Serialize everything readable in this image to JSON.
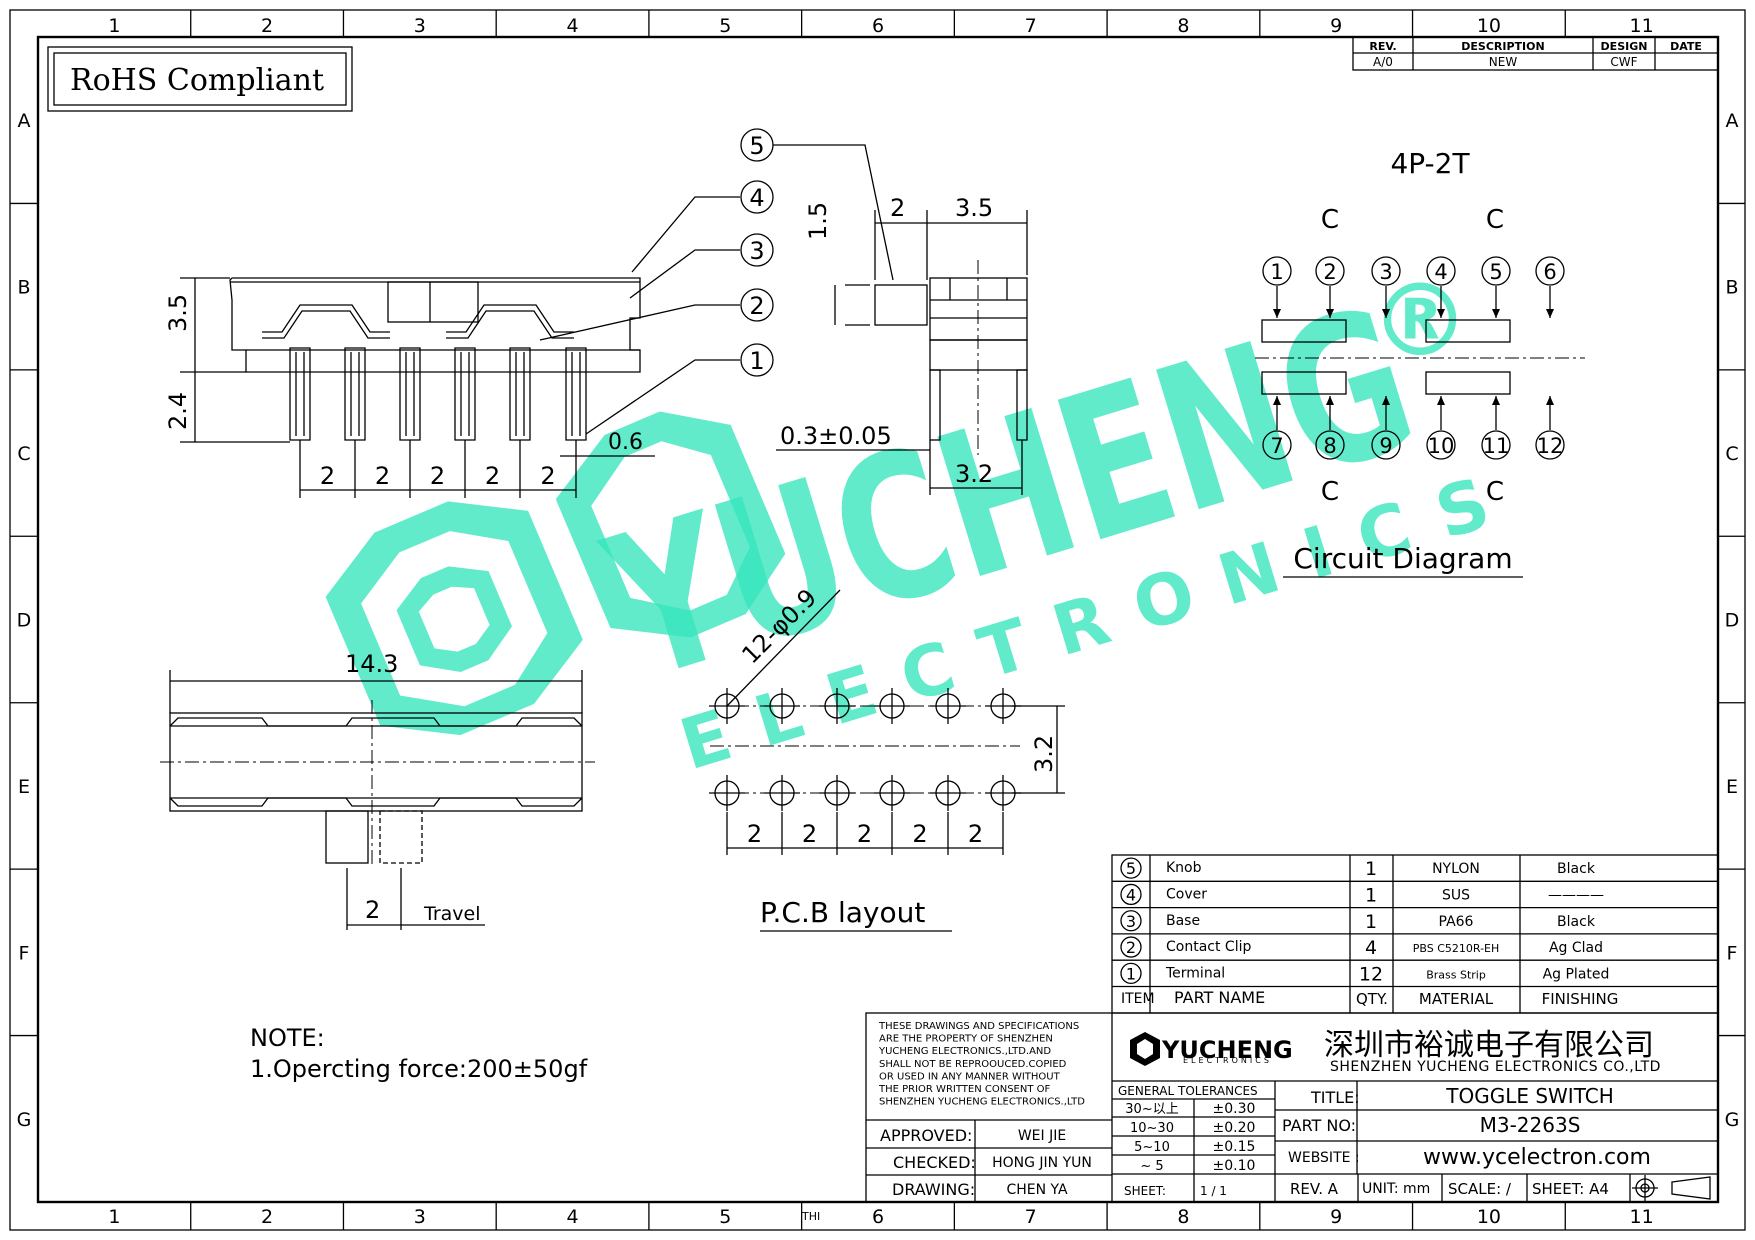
{
  "frame": {
    "columns": [
      "1",
      "2",
      "3",
      "4",
      "5",
      "6",
      "7",
      "8",
      "9",
      "10",
      "11"
    ],
    "rows": [
      "A",
      "B",
      "C",
      "D",
      "E",
      "F",
      "G"
    ],
    "bottom_mark": "THI"
  },
  "rohs_label": "RoHS Compliant",
  "revision_block": {
    "headers": [
      "REV.",
      "DESCRIPTION",
      "DESIGN",
      "DATE"
    ],
    "row": [
      "A/0",
      "NEW",
      "CWF",
      ""
    ]
  },
  "side_view": {
    "dims": {
      "height_body": "3.5",
      "height_pin": "2.4",
      "pin_width": "0.6",
      "pitch": [
        "2",
        "2",
        "2",
        "2",
        "2"
      ]
    },
    "callouts": [
      "1",
      "2",
      "3",
      "4",
      "5"
    ]
  },
  "end_view": {
    "dims": {
      "knob_h": "1.5",
      "knob_w": "2",
      "body_w": "3.5",
      "pin_t": "0.3±0.05",
      "row_sp": "3.2"
    }
  },
  "top_view": {
    "length": "14.3",
    "travel_value": "2",
    "travel_label": "Travel"
  },
  "pcb_layout": {
    "hole_spec": "12-φ0.9",
    "row_spacing": "3.2",
    "pitch": [
      "2",
      "2",
      "2",
      "2",
      "2"
    ],
    "title": "P.C.B  layout"
  },
  "circuit": {
    "config": "4P-2T",
    "common_labels": [
      "C",
      "C",
      "C",
      "C"
    ],
    "top_pins": [
      "1",
      "2",
      "3",
      "4",
      "5",
      "6"
    ],
    "bottom_pins": [
      "7",
      "8",
      "9",
      "10",
      "11",
      "12"
    ],
    "title": "Circuit  Diagram"
  },
  "watermark": {
    "brand": "YUCHENG",
    "sub": "ELECTRONICS",
    "reg": "®"
  },
  "note": {
    "title": "NOTE:",
    "line1": "1.Opercting  force:200±50gf"
  },
  "bom": {
    "headers": [
      "ITEM",
      "PART NAME",
      "QTY.",
      "MATERIAL",
      "FINISHING"
    ],
    "rows": [
      {
        "item": "5",
        "name": "Knob",
        "qty": "1",
        "material": "NYLON",
        "finish": "Black"
      },
      {
        "item": "4",
        "name": "Cover",
        "qty": "1",
        "material": "SUS",
        "finish": "————"
      },
      {
        "item": "3",
        "name": "Base",
        "qty": "1",
        "material": "PA66",
        "finish": "Black"
      },
      {
        "item": "2",
        "name": "Contact Clip",
        "qty": "4",
        "material": "PBS C5210R-EH",
        "finish": "Ag Clad"
      },
      {
        "item": "1",
        "name": "Terminal",
        "qty": "12",
        "material": "Brass Strip",
        "finish": "Ag Plated"
      }
    ]
  },
  "title_block": {
    "copyright": [
      "THESE DRAWINGS AND SPECIFICATIONS",
      "ARE THE PROPERTY OF SHENZHEN",
      "YUCHENG ELECTRONICS.,LTD.AND",
      "SHALL NOT BE REPROOUCED.COPIED",
      "OR USED IN ANY MANNER WITHOUT",
      "THE PRIOR WRITTEN CONSENT OF",
      "SHENZHEN YUCHENG ELECTRONICS.,LTD"
    ],
    "logo_text": "YUCHENG",
    "logo_sub": "ELECTRONICS",
    "company_cn": "深圳市裕诚电子有限公司",
    "company_en": "SHENZHEN YUCHENG ELECTRONICS CO.,LTD",
    "approved_label": "APPROVED:",
    "approved": "WEI JIE",
    "checked_label": "CHECKED:",
    "checked": "HONG JIN YUN",
    "drawing_label": "DRAWING:",
    "drawing": "CHEN YA",
    "tol_title": "GENERAL TOLERANCES",
    "tolerances": [
      {
        "range": "30~以上",
        "tol": "±0.30"
      },
      {
        "range": "10~30",
        "tol": "±0.20"
      },
      {
        "range": "5~10",
        "tol": "±0.15"
      },
      {
        "range": "~ 5",
        "tol": "±0.10"
      }
    ],
    "sheet_label": "SHEET:",
    "sheet": "1 / 1",
    "title_label": "TITLE:",
    "title": "TOGGLE  SWITCH",
    "partno_label": "PART NO:",
    "partno": "M3-2263S",
    "website_label": "WEBSITE :",
    "website": "www.ycelectron.com",
    "rev": "REV. A",
    "unit": "UNIT: mm",
    "scale": "SCALE: /",
    "sheet_size": "SHEET: A4"
  }
}
